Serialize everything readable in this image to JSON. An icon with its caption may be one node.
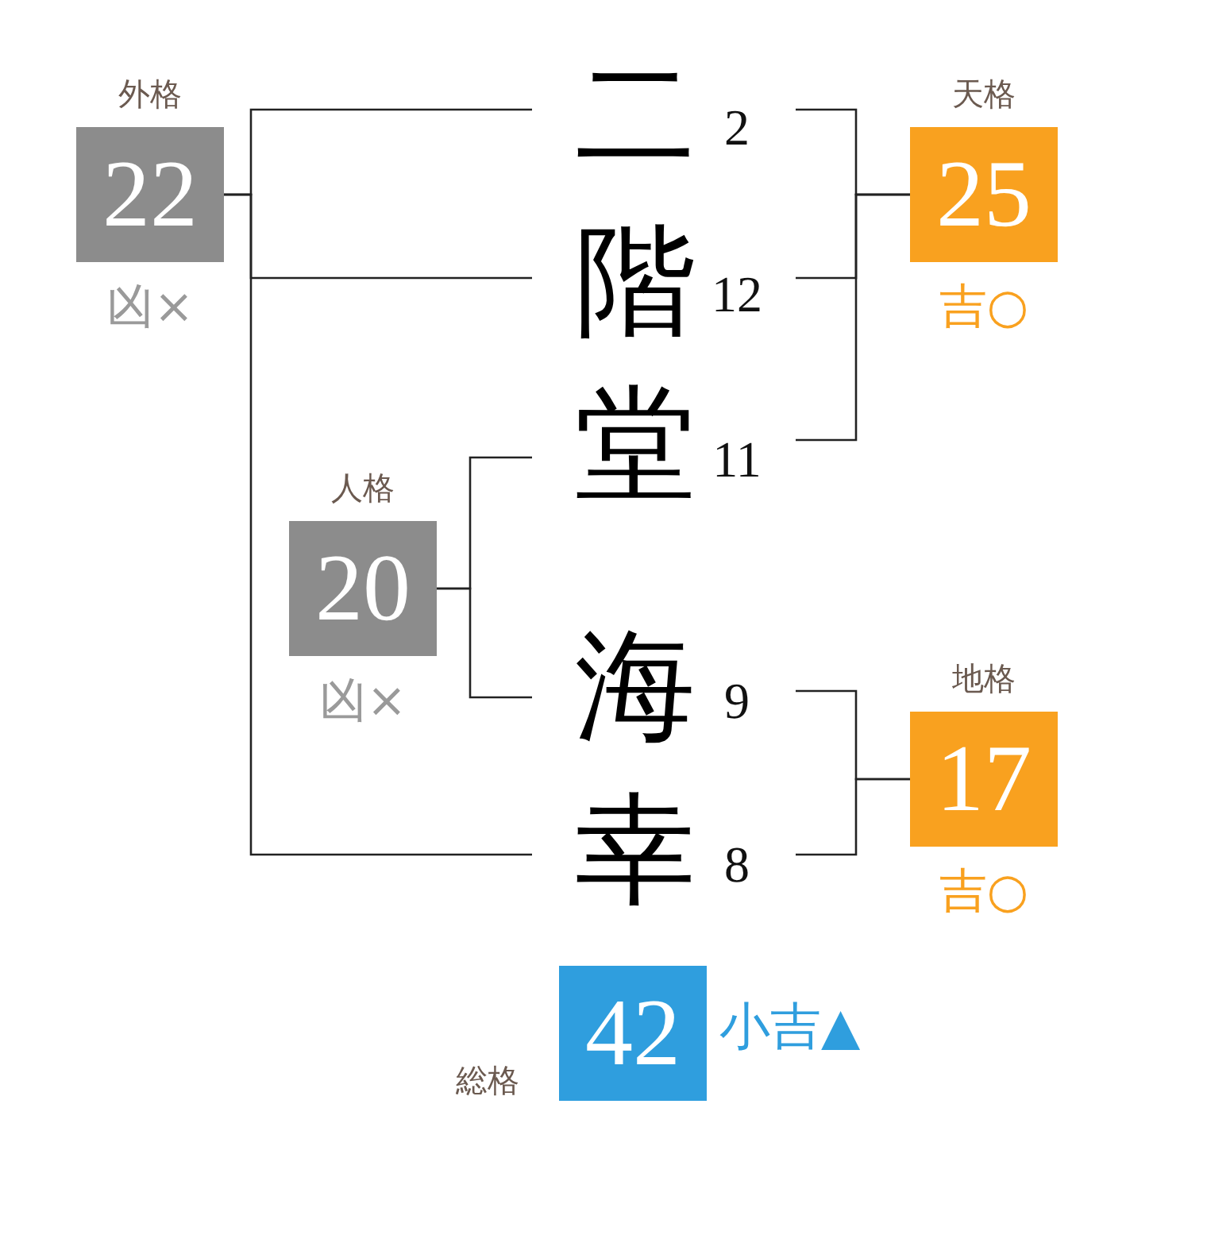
{
  "diagram": {
    "nodes": [
      {
        "text": [
          "外格",
          "22"
        ],
        "beside": [
          "凶×"
        ]
      },
      {
        "text": [
          "二"
        ],
        "beside": [
          "2"
        ]
      },
      {
        "text": [
          "天格",
          "25"
        ],
        "beside": [
          "吉○"
        ]
      },
      {
        "text": [
          "階"
        ],
        "beside": [
          "12"
        ]
      },
      {
        "text": [
          "堂"
        ],
        "beside": [
          "11"
        ]
      },
      {
        "text": [
          "人格",
          "20"
        ],
        "beside": [
          "凶×"
        ]
      },
      {
        "text": [
          "海"
        ],
        "beside": [
          "9"
        ]
      },
      {
        "text": [
          "地格",
          "17"
        ],
        "beside": [
          "吉○"
        ]
      },
      {
        "text": [
          "幸"
        ],
        "beside": [
          "8"
        ]
      },
      {
        "text": [
          "総格",
          "42"
        ],
        "beside": [
          "小吉▲"
        ]
      }
    ],
    "edges": [
      {
        "from": 1,
        "to": 0,
        "arrow": "none"
      },
      {
        "from": 3,
        "to": 0,
        "arrow": "none"
      },
      {
        "from": 8,
        "to": 0,
        "arrow": "none"
      },
      {
        "from": 1,
        "to": 2,
        "arrow": "none"
      },
      {
        "from": 3,
        "to": 2,
        "arrow": "none"
      },
      {
        "from": 4,
        "to": 2,
        "arrow": "none"
      },
      {
        "from": 4,
        "to": 5,
        "arrow": "none"
      },
      {
        "from": 6,
        "to": 5,
        "arrow": "none"
      },
      {
        "from": 6,
        "to": 7,
        "arrow": "none"
      },
      {
        "from": 8,
        "to": 7,
        "arrow": "none"
      }
    ]
  }
}
